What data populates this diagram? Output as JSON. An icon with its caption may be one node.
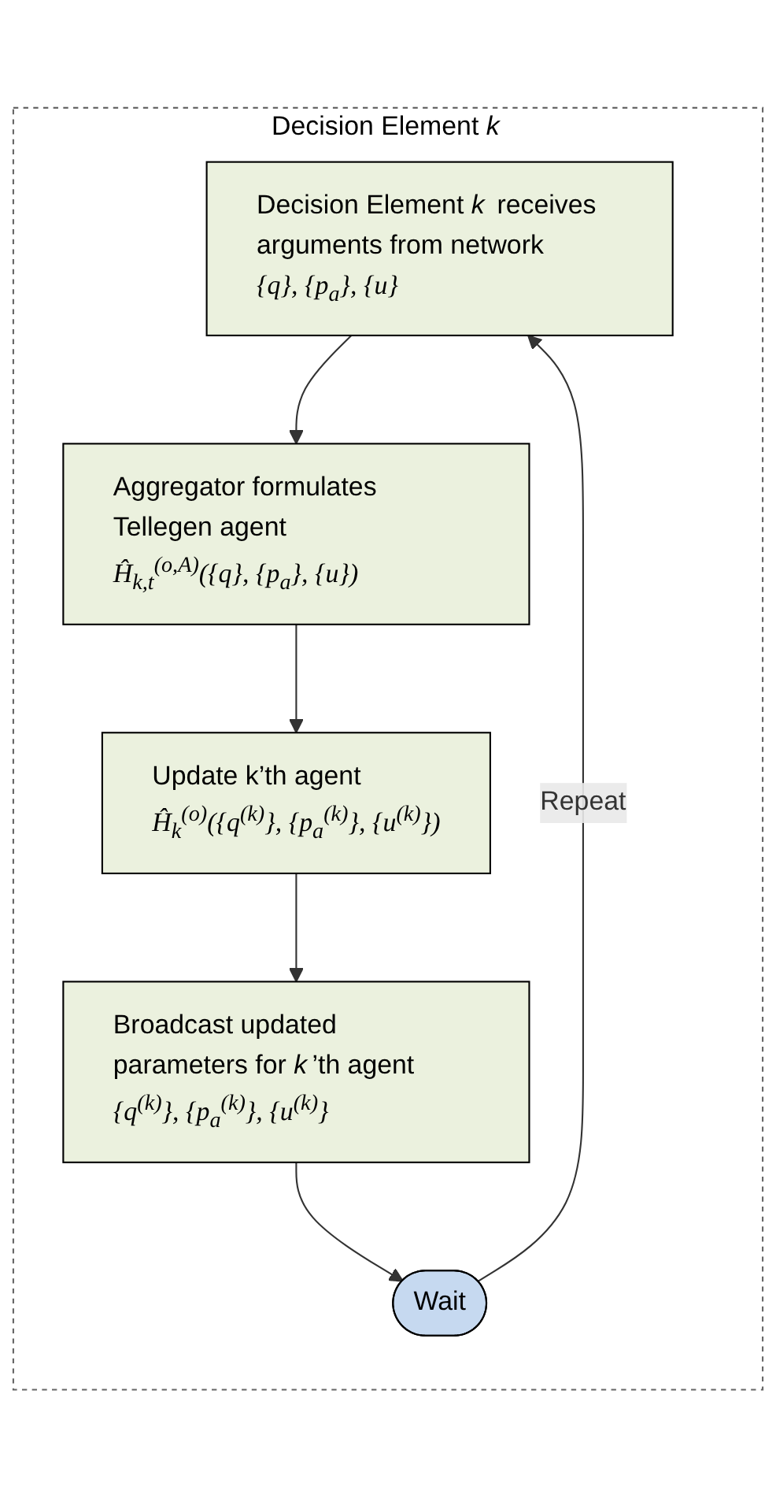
{
  "diagram": {
    "nodes": [
      {
        "text": [
          "Decision Element *k*"
        ]
      },
      {
        "text": [
          "Decision Element *k* receives arguments from network",
          "{q}, {p$_{a}$}, {u}"
        ],
        "in": 0
      },
      {
        "text": [
          "Aggregator formulates Tellegen agent",
          "Ĥ$_{k,t}$$^{(o,A)}$({q}, {p$_{a}$}, {u})"
        ],
        "in": 0
      },
      {
        "text": [
          "Update k’th agent",
          "Ĥ$_{k}$$^{(o)}$({q$^{(k)}$}, {p$_{a}$$^{(k)}$}, {u$^{(k)}$})"
        ],
        "in": 0
      },
      {
        "text": [
          "Broadcast updated parameters for *k*’th agent",
          "{q$^{(k)}$}, {p$_{a}$$^{(k)}$}, {u$^{(k)}$}"
        ],
        "in": 0
      },
      {
        "text": [
          "Wait"
        ],
        "in": 0
      }
    ],
    "edges": [
      {
        "from": 1,
        "to": 2,
        "arrow": "to"
      },
      {
        "from": 2,
        "to": 3,
        "arrow": "to"
      },
      {
        "from": 3,
        "to": 4,
        "arrow": "to"
      },
      {
        "from": 4,
        "to": 5,
        "arrow": "to"
      },
      {
        "from": 5,
        "to": 1,
        "arrow": "to",
        "label": "Repeat"
      }
    ]
  }
}
